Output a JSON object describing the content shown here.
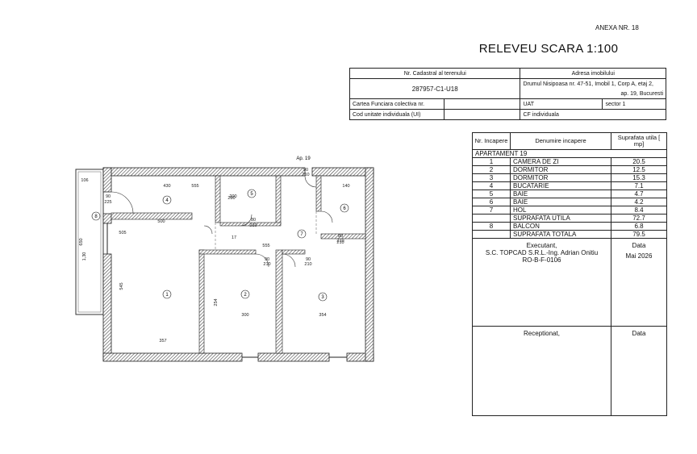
{
  "annex": "ANEXA NR. 18",
  "title": "RELEVEU SCARA 1:100",
  "info": {
    "cadastral_label": "Nr. Cadastral al terenului",
    "cadastral_value": "287957-C1-U18",
    "address_label": "Adresa imobilului",
    "address_line1": "Drumul Nisipoasa nr. 47-51, Imobil 1, Corp A, etaj 2,",
    "address_line2": "ap. 19, Bucuresti",
    "cf_label": "Cartea Funciara colectiva nr.",
    "uat_label": "UAT",
    "uat_value": "sector 1",
    "cod_label": "Cod unitate individuala (UI)",
    "cf_ind_label": "CF individuala"
  },
  "rooms": {
    "header_nr": "Nr. Incapere",
    "header_name": "Denumire incapere",
    "header_area": "Suprafata utila [ mp]",
    "apartment": "APARTAMENT 19",
    "items": [
      {
        "nr": "1",
        "name": "CAMERA DE ZI",
        "area": "20.5"
      },
      {
        "nr": "2",
        "name": "DORMITOR",
        "area": "12.5"
      },
      {
        "nr": "3",
        "name": "DORMITOR",
        "area": "15.3"
      },
      {
        "nr": "4",
        "name": "BUCATARIE",
        "area": "7.1"
      },
      {
        "nr": "5",
        "name": "BAIE",
        "area": "4.7"
      },
      {
        "nr": "6",
        "name": "BAIE",
        "area": "4.2"
      },
      {
        "nr": "7",
        "name": "HOL",
        "area": "8.4"
      }
    ],
    "useful_label": "SUPRAFATA UTILA",
    "useful_value": "72.7",
    "balcony_nr": "8",
    "balcony_name": "BALCON",
    "balcony_value": "6.8",
    "total_label": "SUPRAFATA TOTALA",
    "total_value": "79.5"
  },
  "executant": {
    "label": "Executant,",
    "company": "S.C. TOPCAD S.R.L.-Ing. Adrian Onitiu",
    "code": "RO-B-F-0106",
    "date_label": "Data",
    "date_value": "Mai 2026"
  },
  "receptionat": {
    "label": "Receptionat,",
    "date_label": "Data"
  },
  "plan": {
    "ap_label": "Ap. 19",
    "room_numbers": [
      "1",
      "2",
      "3",
      "4",
      "5",
      "6",
      "7",
      "8"
    ],
    "dims": [
      "106",
      "430",
      "555",
      "90",
      "225",
      "500",
      "280",
      "80",
      "210",
      "90",
      "210",
      "140",
      "80",
      "210",
      "555",
      "17",
      "90",
      "210",
      "90",
      "210",
      "505",
      "650",
      "545",
      "357",
      "254",
      "300",
      "354",
      "200",
      "210",
      "1,30"
    ]
  }
}
